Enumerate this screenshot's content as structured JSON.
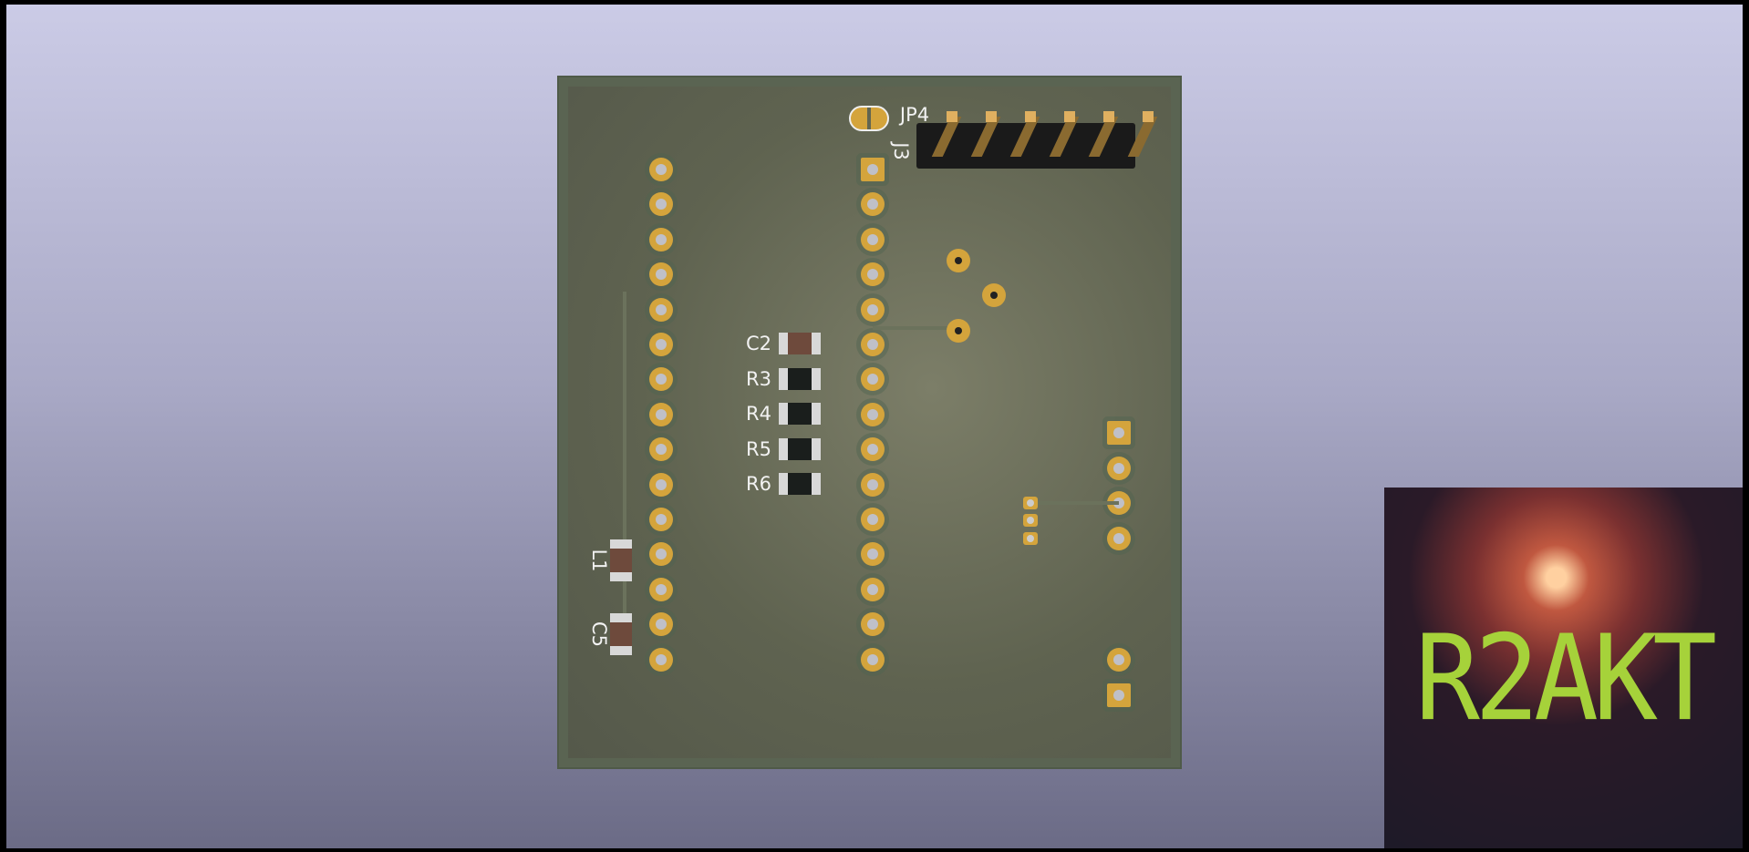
{
  "viewer": {
    "background_top": "#cbcbe6",
    "background_bottom": "#6b6b86"
  },
  "board": {
    "labels": {
      "jp4": "JP4",
      "j3": "J3",
      "c2": "C2",
      "r3": "R3",
      "r4": "R4",
      "r5": "R5",
      "r6": "R6",
      "l1": "L1",
      "c5": "C5"
    },
    "left_header_pins": 15,
    "middle_header_pins": 15,
    "right_header_pins": 4,
    "bottom_right_pins": 2,
    "j3_pins": 6
  },
  "logo": {
    "text": "R2AKT",
    "text_color": "#a6d23a"
  }
}
